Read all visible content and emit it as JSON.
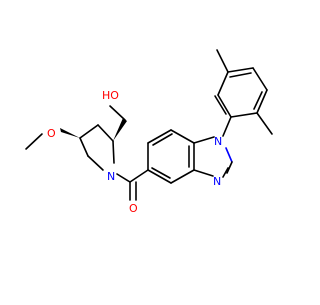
{
  "structure": {
    "atom_labels": {
      "hydroxyl": "HO",
      "methoxy_oxygen": "O",
      "pyrrolidine_nitrogen": "N",
      "carbonyl_oxygen": "O",
      "imidazole_n1": "N",
      "imidazole_n3": "N"
    }
  },
  "colors": {
    "bond": "#000000",
    "oxygen": "#ff0000",
    "nitrogen": "#0000ff"
  }
}
